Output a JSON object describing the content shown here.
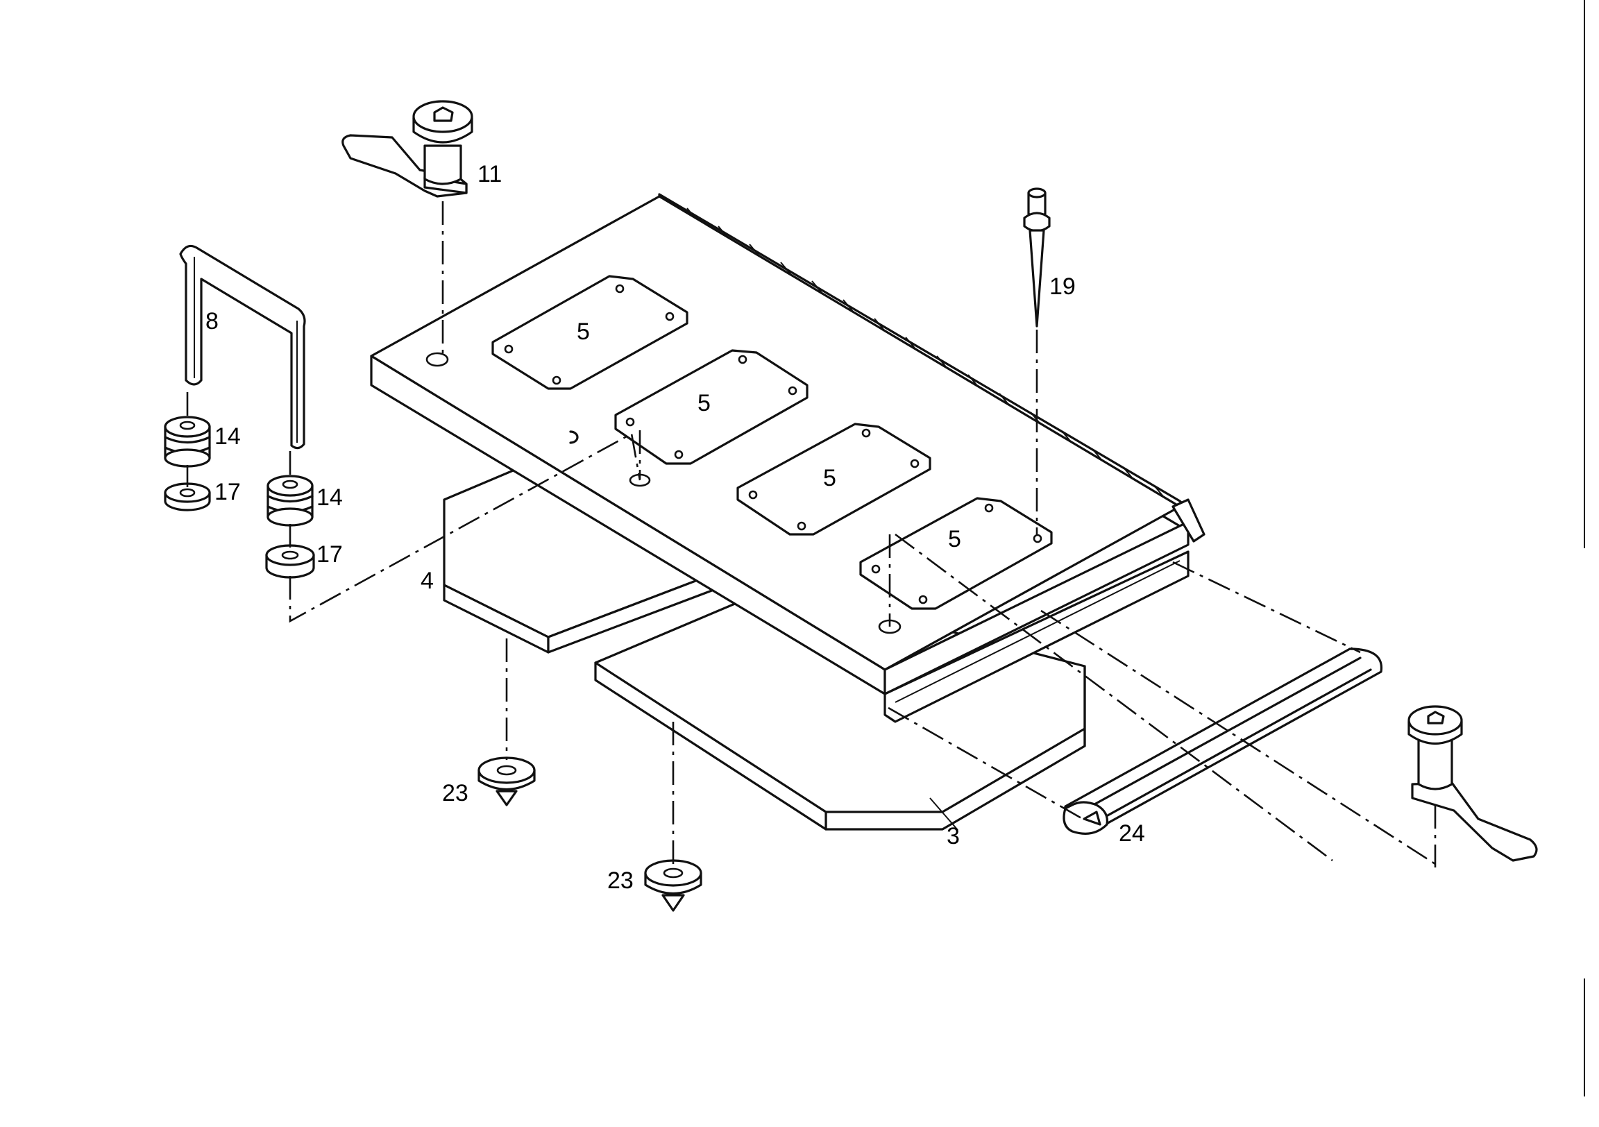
{
  "diagram": {
    "labels": {
      "part_3": "3",
      "part_4": "4",
      "part_5a": "5",
      "part_5b": "5",
      "part_5c": "5",
      "part_5d": "5",
      "part_8": "8",
      "part_11": "11",
      "part_14a": "14",
      "part_14b": "14",
      "part_17a": "17",
      "part_17b": "17",
      "part_19": "19",
      "part_23a": "23",
      "part_23b": "23",
      "part_24": "24"
    }
  }
}
